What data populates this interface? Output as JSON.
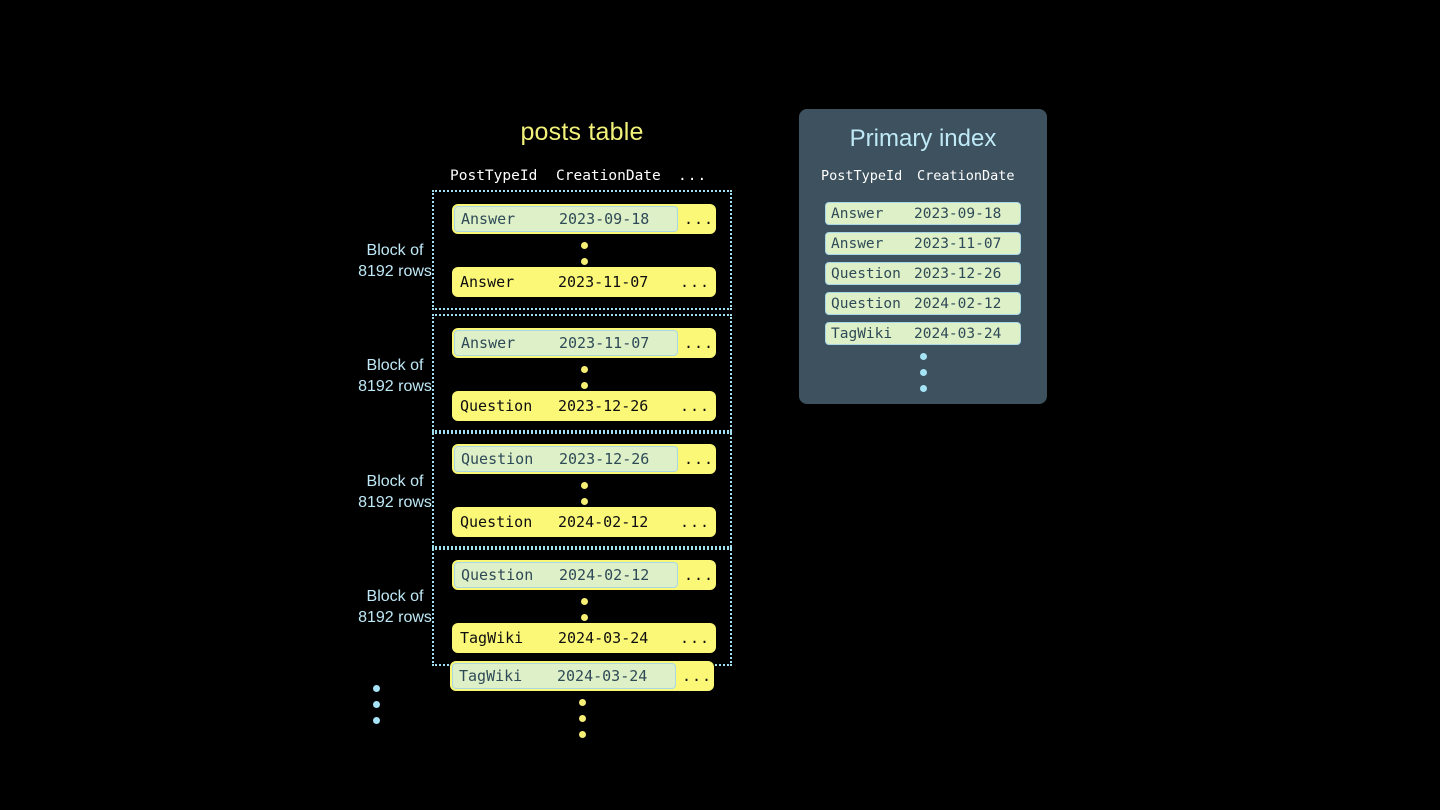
{
  "posts_table": {
    "title": "posts table",
    "columns": [
      "PostTypeId",
      "CreationDate",
      "..."
    ],
    "blocks": [
      {
        "label_line1": "Block of",
        "label_line2": "8192 rows",
        "first_row": {
          "type": "Answer",
          "date": "2023-09-18",
          "more": "...",
          "highlighted": true
        },
        "last_row": {
          "type": "Answer",
          "date": "2023-11-07",
          "more": "...",
          "highlighted": false
        }
      },
      {
        "label_line1": "Block of",
        "label_line2": "8192 rows",
        "first_row": {
          "type": "Answer",
          "date": "2023-11-07",
          "more": "...",
          "highlighted": true
        },
        "last_row": {
          "type": "Question",
          "date": "2023-12-26",
          "more": "...",
          "highlighted": false
        }
      },
      {
        "label_line1": "Block of",
        "label_line2": "8192 rows",
        "first_row": {
          "type": "Question",
          "date": "2023-12-26",
          "more": "...",
          "highlighted": true
        },
        "last_row": {
          "type": "Question",
          "date": "2024-02-12",
          "more": "...",
          "highlighted": false
        }
      },
      {
        "label_line1": "Block of",
        "label_line2": "8192 rows",
        "first_row": {
          "type": "Question",
          "date": "2024-02-12",
          "more": "...",
          "highlighted": true
        },
        "last_row": {
          "type": "TagWiki",
          "date": "2024-03-24",
          "more": "...",
          "highlighted": false
        }
      }
    ],
    "trailing_row": {
      "type": "TagWiki",
      "date": "2024-03-24",
      "more": "...",
      "highlighted": true
    }
  },
  "primary_index": {
    "title": "Primary index",
    "columns": [
      "PostTypeId",
      "CreationDate"
    ],
    "rows": [
      {
        "type": "Answer",
        "date": "2023-09-18"
      },
      {
        "type": "Answer",
        "date": "2023-11-07"
      },
      {
        "type": "Question",
        "date": "2023-12-26"
      },
      {
        "type": "Question",
        "date": "2024-02-12"
      },
      {
        "type": "TagWiki",
        "date": "2024-03-24"
      }
    ]
  },
  "colors": {
    "background": "#000000",
    "row_yellow": "#fbf877",
    "highlight_green": "#ddf0c8",
    "highlight_border": "#a8d8e8",
    "panel_slate": "#3d525e",
    "accent_blue": "#bfe9f7",
    "title_yellow": "#f2f27a",
    "dot_yellow": "#f5ef74"
  }
}
